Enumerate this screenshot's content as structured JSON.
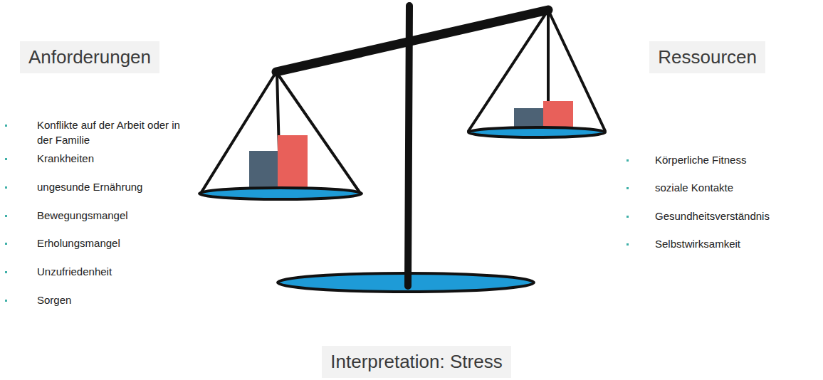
{
  "diagram": {
    "nodes": [
      {
        "text": [
          "Anforderungen"
        ]
      },
      {
        "text": [
          "Ressourcen"
        ]
      },
      {
        "text": [
          "Interpretation: Stress"
        ]
      }
    ],
    "labels": [
      "Konflikte auf der Arbeit oder in der Familie",
      "Krankheiten",
      "ungesunde Ernährung",
      "Bewegungsmangel",
      "Erholungsmangel",
      "Unzufriedenheit",
      "Sorgen",
      "Körperliche Fitness",
      "soziale Kontakte",
      "Gesundheitsverständnis",
      "Selbstwirksamkeit"
    ]
  }
}
